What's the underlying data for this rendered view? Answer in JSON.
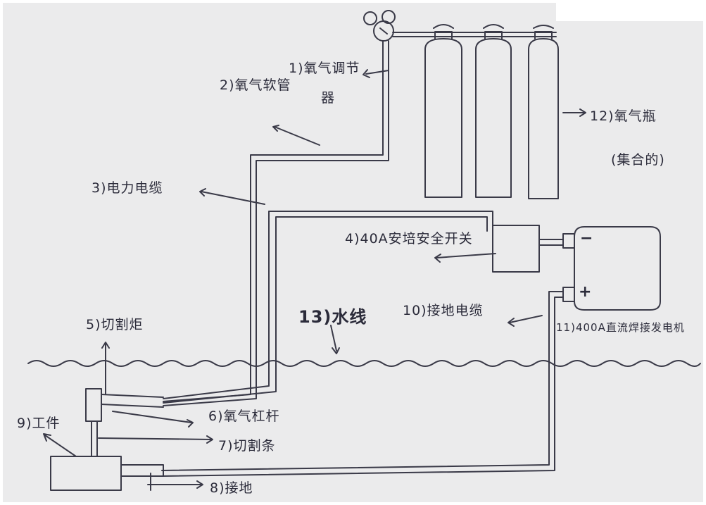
{
  "labels": {
    "regulator": "1)氧气调节",
    "regulator_cont": "器",
    "hose": "2)氧气软管",
    "power_cable": "3)电力电缆",
    "safety_switch": "4)40A安培安全开关",
    "cutting_torch": "5)切割炬",
    "oxygen_valve": "6)氧气杠杆",
    "cutting_rod": "7)切割条",
    "ground_clamp": "8)接地",
    "workpiece": "9)工件",
    "ground_cable": "10)接地电缆",
    "welder": "11)400A直流焊接发电机",
    "tanks": "12)氧气瓶",
    "tanks_sub": "(集合的)",
    "waterline": "13)水线",
    "plus": "+",
    "minus": "−"
  },
  "colors": {
    "ink": "#3a3a48",
    "paper": "#ebebec"
  }
}
